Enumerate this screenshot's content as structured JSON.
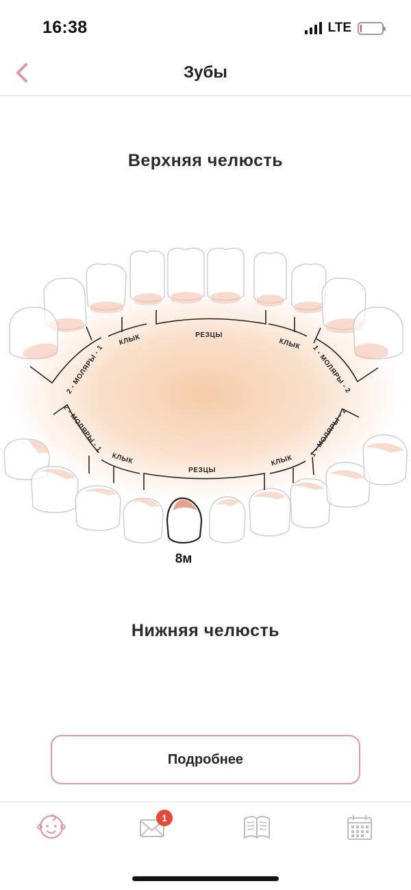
{
  "status_bar": {
    "time": "16:38",
    "network": "LTE",
    "battery_level": 0.05,
    "battery_color": "#e0463f"
  },
  "header": {
    "title": "Зубы",
    "back_icon": "chevron-left-icon",
    "accent_color": "#e295a4"
  },
  "chart": {
    "upper_title": "Верхняя челюсть",
    "lower_title": "Нижняя челюсть",
    "upper_groups": {
      "incisors": "РЕЗЦЫ",
      "canine_left": "КЛЫК",
      "canine_right": "КЛЫК",
      "molars_left": "2 - МОЛЯРЫ - 1",
      "molars_right": "1 - МОЛЯРЫ - 2"
    },
    "lower_groups": {
      "incisors": "РЕЗЦЫ",
      "canine_left": "КЛЫК",
      "canine_right": "КЛЫК",
      "molars_left": "2 - МОЛЯРЫ - 1",
      "molars_right": "1 - МОЛЯРЫ - 2"
    },
    "highlighted_tooth_label": "8м"
  },
  "actions": {
    "details_label": "Подробнее"
  },
  "tab_bar": {
    "tabs": [
      {
        "icon": "baby-face-icon",
        "active": true
      },
      {
        "icon": "envelope-icon",
        "badge": "1"
      },
      {
        "icon": "book-icon"
      },
      {
        "icon": "calendar-icon"
      }
    ],
    "active_color": "#e295a4",
    "inactive_color": "#bdbdbd"
  }
}
